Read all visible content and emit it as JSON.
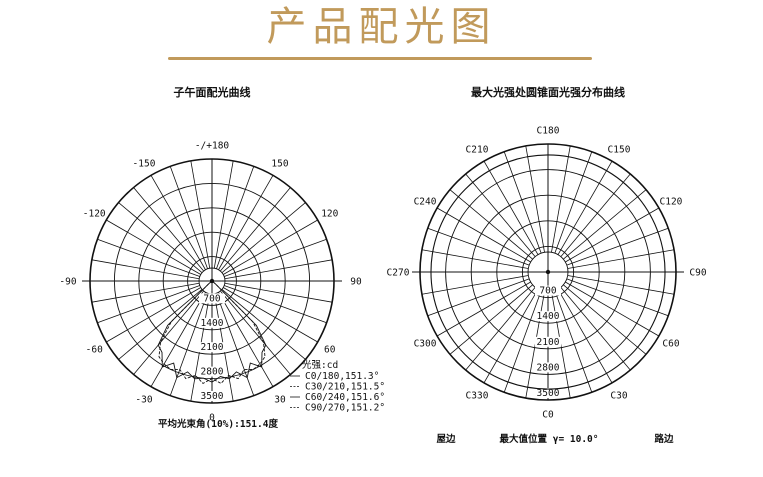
{
  "page": {
    "title": "产品配光图"
  },
  "chart_data": [
    {
      "type": "polar",
      "title": "子午面配光曲线",
      "angle_labels": [
        {
          "text": "-/+180",
          "angle": 180
        },
        {
          "text": "150",
          "angle": 150
        },
        {
          "text": "120",
          "angle": 120
        },
        {
          "text": "90",
          "angle": 90
        },
        {
          "text": "60",
          "angle": 60
        },
        {
          "text": "30",
          "angle": 30
        },
        {
          "text": "0",
          "angle": 0
        },
        {
          "text": "-30",
          "angle": -30
        },
        {
          "text": "-60",
          "angle": -60
        },
        {
          "text": "-90",
          "angle": -90
        },
        {
          "text": "-120",
          "angle": -120
        },
        {
          "text": "-150",
          "angle": -150
        }
      ],
      "radial_ticks": [
        "700",
        "1400",
        "2100",
        "2800",
        "3500"
      ],
      "rmax": 3500,
      "series": [
        {
          "angles": [
            -90,
            -75,
            -60,
            -50,
            -45,
            -40,
            -35,
            -30,
            -25,
            -20,
            -15,
            -10,
            -5,
            0,
            5,
            10,
            15,
            20,
            25,
            30,
            35,
            40,
            45,
            50,
            60,
            75,
            90
          ],
          "values": [
            0,
            5,
            10,
            150,
            1800,
            2400,
            2500,
            2850,
            2600,
            2950,
            2700,
            2850,
            2800,
            2900,
            2750,
            2850,
            2700,
            2950,
            2600,
            2850,
            2500,
            2400,
            1800,
            150,
            10,
            5,
            0
          ]
        },
        {
          "angles": [
            -90,
            -75,
            -60,
            -50,
            -45,
            -40,
            -35,
            -30,
            -25,
            -20,
            -15,
            -10,
            -5,
            0,
            5,
            10,
            15,
            20,
            25,
            30,
            35,
            40,
            45,
            50,
            60,
            75,
            90
          ],
          "values": [
            0,
            5,
            10,
            120,
            1650,
            2300,
            2650,
            2750,
            2800,
            2700,
            2900,
            2750,
            2950,
            2800,
            2950,
            2750,
            2900,
            2700,
            2800,
            2750,
            2650,
            2300,
            1650,
            120,
            10,
            5,
            0
          ]
        }
      ],
      "legend": {
        "title": "光强:cd",
        "entries": [
          "C0/180,151.3°",
          "C30/210,151.5°",
          "C60/240,151.6°",
          "C90/270,151.2°"
        ]
      },
      "footer": "平均光束角(10%):151.4度"
    },
    {
      "type": "polar",
      "title": "最大光强处圆锥面光强分布曲线",
      "angle_labels": [
        {
          "text": "C180",
          "angle": 180
        },
        {
          "text": "C150",
          "angle": 150
        },
        {
          "text": "C120",
          "angle": 120
        },
        {
          "text": "C90",
          "angle": 90
        },
        {
          "text": "C60",
          "angle": 60
        },
        {
          "text": "C30",
          "angle": 30
        },
        {
          "text": "C0",
          "angle": 0
        },
        {
          "text": "C330",
          "angle": -30
        },
        {
          "text": "C300",
          "angle": -60
        },
        {
          "text": "C270",
          "angle": -90
        },
        {
          "text": "C240",
          "angle": -120
        },
        {
          "text": "C210",
          "angle": -150
        }
      ],
      "radial_ticks": [
        "700",
        "1400",
        "2100",
        "2800",
        "3500"
      ],
      "rmax": 3500,
      "series": [
        {
          "angles": [
            0,
            360
          ],
          "values": [
            3200,
            3200
          ]
        }
      ],
      "footer_left": "屋边",
      "footer_mid": "最大值位置 γ= 10.0°",
      "footer_right": "路边"
    }
  ]
}
